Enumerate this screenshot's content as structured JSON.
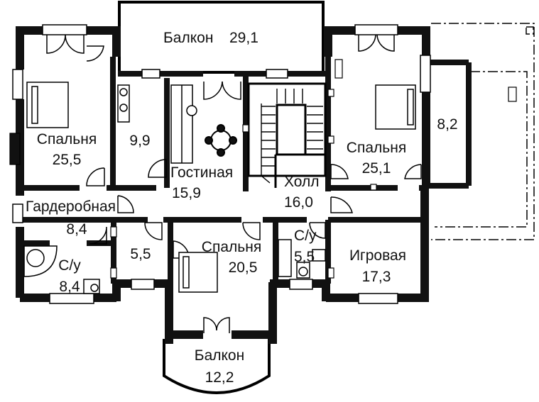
{
  "plan": {
    "colors": {
      "wall": "#111111",
      "fill": "#ffffff",
      "line": "#000000"
    },
    "rooms": [
      {
        "id": "balcony-top",
        "name": "Балкон",
        "area": "29,1"
      },
      {
        "id": "bedroom-west",
        "name": "Спальня",
        "area": "25,5"
      },
      {
        "id": "kitchen",
        "name": "",
        "area": "9,9"
      },
      {
        "id": "living",
        "name": "Гостиная",
        "area": "15,9"
      },
      {
        "id": "hall",
        "name": "Холл",
        "area": "16,0"
      },
      {
        "id": "bedroom-east",
        "name": "Спальня",
        "area": "25,1"
      },
      {
        "id": "storage-east",
        "name": "",
        "area": "8,2"
      },
      {
        "id": "wardrobe",
        "name": "Гардеробная",
        "area": "8,4"
      },
      {
        "id": "bath-west",
        "name": "С/у",
        "area": "8,4"
      },
      {
        "id": "small-room",
        "name": "",
        "area": "5,5"
      },
      {
        "id": "bedroom-south",
        "name": "Спальня",
        "area": "20,5"
      },
      {
        "id": "bath-mid",
        "name": "С/у",
        "area": "5,5"
      },
      {
        "id": "playroom",
        "name": "Игровая",
        "area": "17,3"
      },
      {
        "id": "balcony-south",
        "name": "Балкон",
        "area": "12,2"
      }
    ]
  }
}
